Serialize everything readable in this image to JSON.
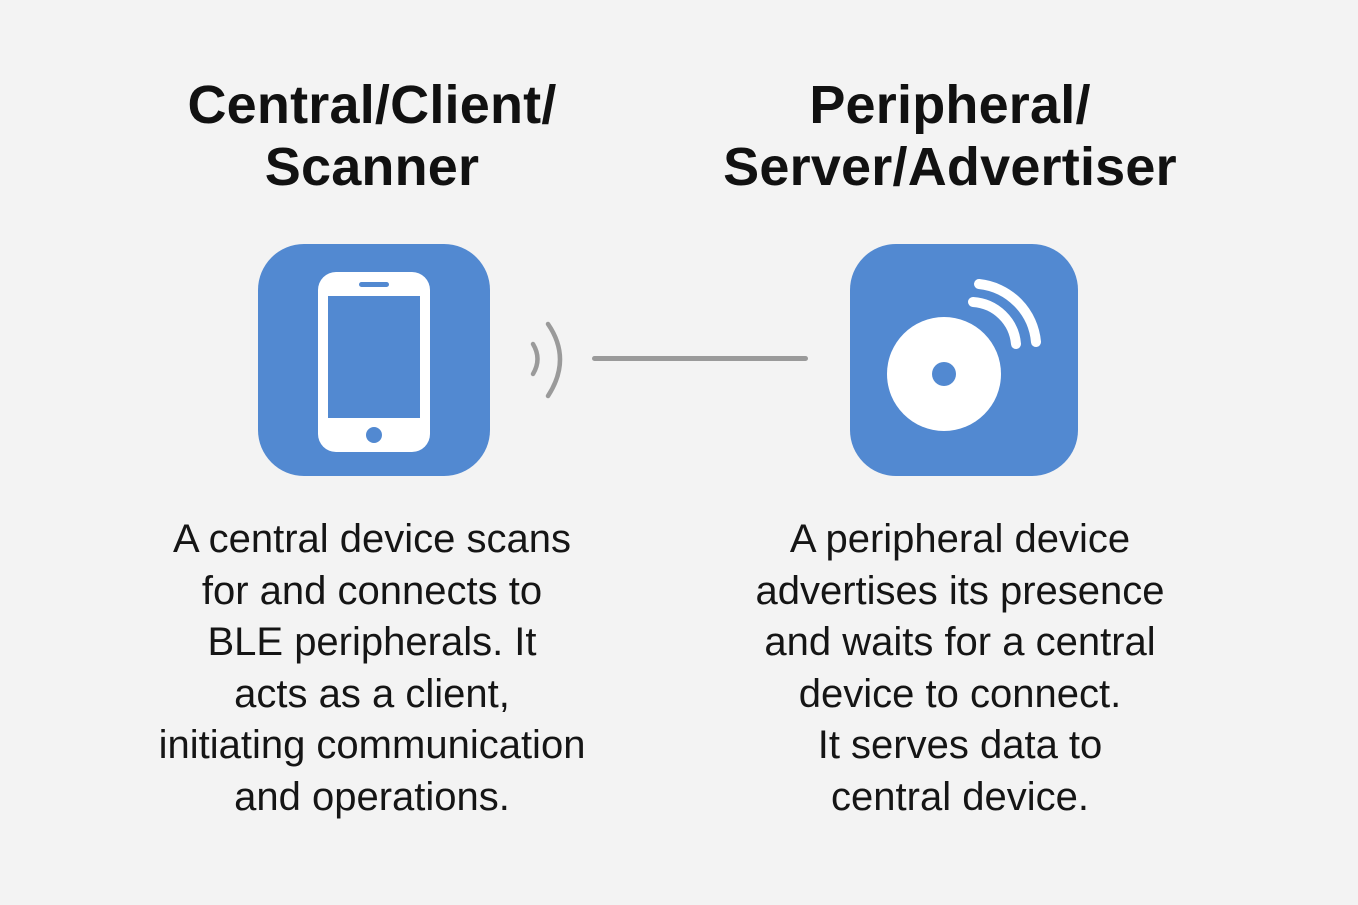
{
  "colors": {
    "background": "#f3f3f3",
    "tile": "#5289d1",
    "icon_fg": "#ffffff",
    "connector": "#9a9a9a",
    "text": "#111111"
  },
  "central": {
    "title_lines": [
      "Central/Client/",
      "Scanner"
    ],
    "icon": "smartphone-icon",
    "description_lines": [
      "A central device scans",
      "for and connects to",
      "BLE peripherals. It",
      "acts as a client,",
      "initiating communication",
      "and operations."
    ]
  },
  "peripheral": {
    "title_lines": [
      "Peripheral/",
      "Server/Advertiser"
    ],
    "icon": "broadcasting-disc-icon",
    "description_lines": [
      "A peripheral device",
      "advertises its presence",
      "and waits for a central",
      "device to connect.",
      "It serves data to",
      "central device."
    ]
  },
  "connector": {
    "icon": "signal-waves-icon"
  }
}
